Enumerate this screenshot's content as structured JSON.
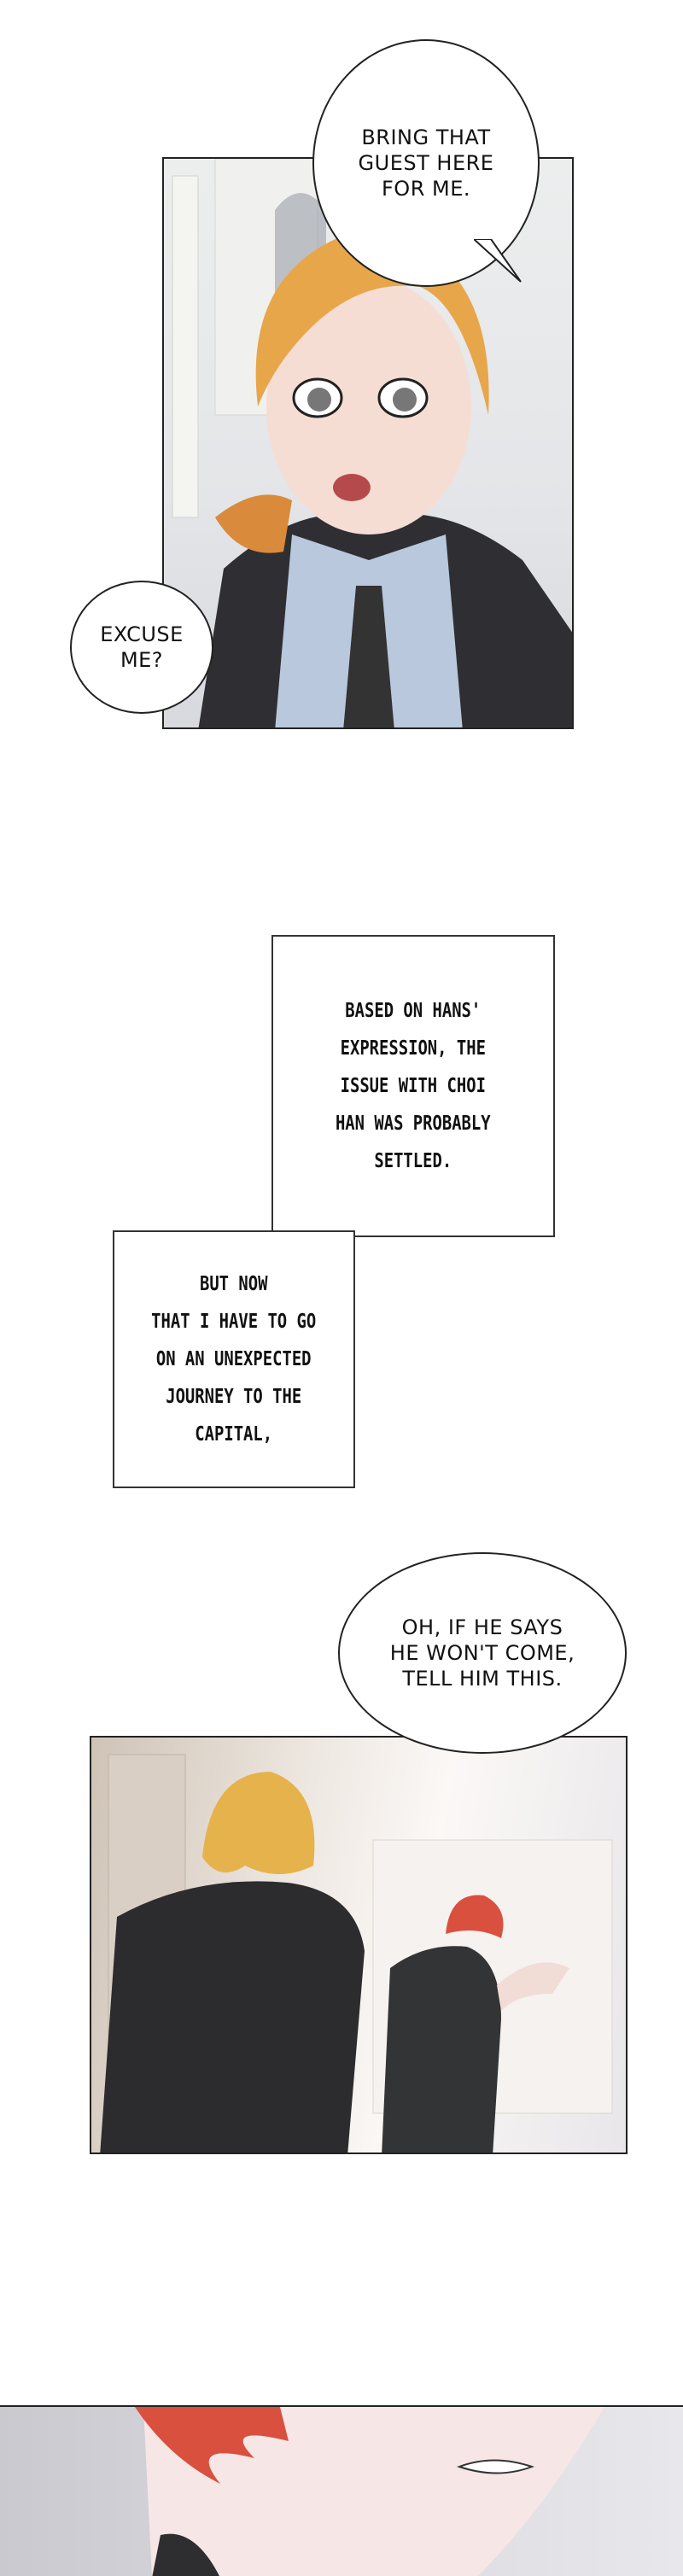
{
  "panels": [
    {
      "id": "panel-1",
      "bubbles": [
        {
          "text": "BRING THAT\nGUEST HERE\nFOR ME."
        },
        {
          "text": "EXCUSE\nME?"
        }
      ]
    },
    {
      "id": "captions",
      "boxes": [
        {
          "text": "BASED ON HANS'\nEXPRESSION, THE\nISSUE WITH CHOI\nHAN WAS PROBABLY\nSETTLED."
        },
        {
          "text": "BUT NOW\nTHAT I HAVE TO GO\nON AN UNEXPECTED\nJOURNEY TO THE\nCAPITAL,"
        }
      ]
    },
    {
      "id": "panel-2",
      "bubbles": [
        {
          "text": "OH, IF HE SAYS\nHE WON'T COME,\nTELL HIM THIS."
        }
      ]
    }
  ],
  "colors": {
    "hair_blond": "#e7a64a",
    "hair_red": "#d9503f",
    "suit": "#2f2f33",
    "shirt": "#b9c8dc"
  }
}
